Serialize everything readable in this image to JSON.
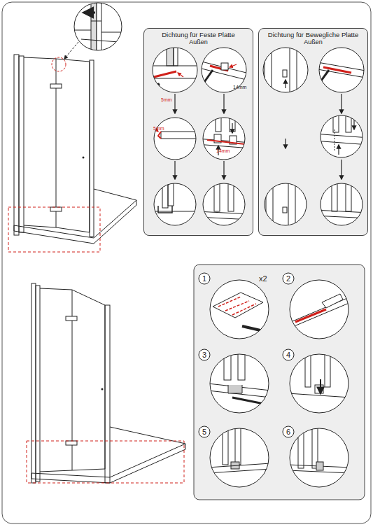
{
  "diagram": {
    "nodes": [
      {
        "text": [
          "Dichtung für Feste Platte",
          "Außen"
        ]
      },
      {
        "text": [
          "Dichtung für Bewegliche Platte",
          "Außen"
        ]
      }
    ],
    "labels": [
      "5mm",
      "14mm",
      "5mm",
      "14mm",
      "1",
      "x2",
      "2",
      "3",
      "4",
      "5",
      "6"
    ]
  }
}
